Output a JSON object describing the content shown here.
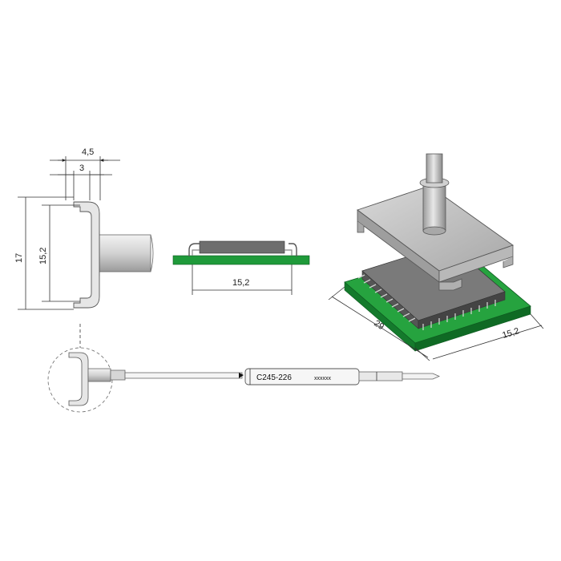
{
  "front_view": {
    "dim_total_width": "4,5",
    "dim_inner_width": "3",
    "dim_outer_height": "17",
    "dim_inner_height": "15,2"
  },
  "side_view": {
    "dim_width": "15,2"
  },
  "iso_view": {
    "dim_length": "29",
    "dim_width": "15,2"
  },
  "tip": {
    "model_label": "C245-226",
    "serial_label": "xxxxxx"
  },
  "colors": {
    "pcb": "#1f9a3a",
    "metal": "#c4c4c4",
    "chip": "#6e6e6e",
    "outline": "#555555"
  }
}
